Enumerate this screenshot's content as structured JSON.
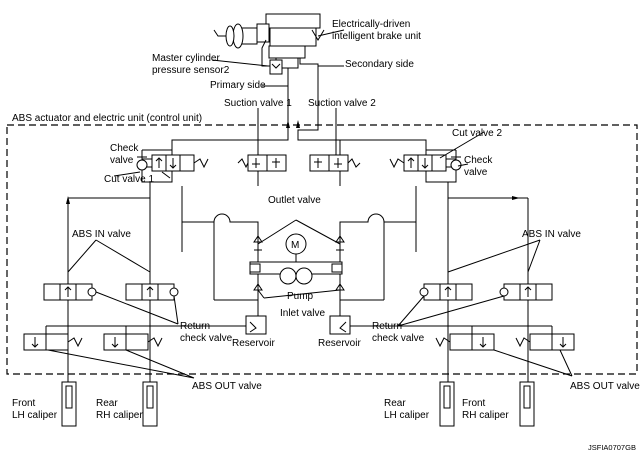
{
  "labels": {
    "brake_unit_line1": "Electrically-driven",
    "brake_unit_line2": "intelligent brake unit",
    "master_sensor_line1": "Master cylinder",
    "master_sensor_line2": "pressure sensor2",
    "secondary_side": "Secondary side",
    "primary_side": "Primary side",
    "abs_unit": "ABS actuator and electric unit (control unit)",
    "suction_valve_1": "Suction valve 1",
    "suction_valve_2": "Suction valve 2",
    "check_valve_left_1": "Check",
    "check_valve_left_2": "valve",
    "check_valve_right_1": "Check",
    "check_valve_right_2": "valve",
    "cut_valve_1": "Cut valve 1",
    "cut_valve_2": "Cut valve 2",
    "outlet_valve": "Outlet valve",
    "motor_symbol": "M",
    "pump": "Pump",
    "inlet_valve": "Inlet valve",
    "abs_in_valve_left": "ABS IN valve",
    "abs_in_valve_right": "ABS IN valve",
    "return_check_left_1": "Return",
    "return_check_left_2": "check valve",
    "return_check_right_1": "Return",
    "return_check_right_2": "check valve",
    "reservoir_left": "Reservoir",
    "reservoir_right": "Reservoir",
    "abs_out_valve_left": "ABS OUT valve",
    "abs_out_valve_right": "ABS OUT valve",
    "front_lh_1": "Front",
    "front_lh_2": "LH caliper",
    "rear_rh_1": "Rear",
    "rear_rh_2": "RH caliper",
    "rear_lh_1": "Rear",
    "rear_lh_2": "LH caliper",
    "front_rh_1": "Front",
    "front_rh_2": "RH caliper",
    "figure_code": "JSFIA0707GB"
  }
}
